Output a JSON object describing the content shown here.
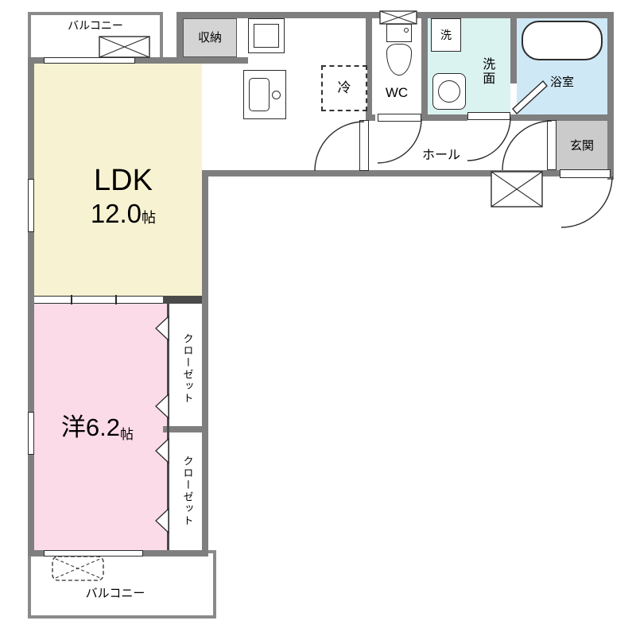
{
  "rooms": {
    "balcony_top": {
      "label": "バルコニー"
    },
    "balcony_bottom": {
      "label": "バルコニー"
    },
    "storage": {
      "label": "収納"
    },
    "ldk": {
      "name": "LDK",
      "size": "12.0",
      "unit": "帖"
    },
    "fridge": {
      "label": "冷"
    },
    "wc": {
      "label": "WC"
    },
    "laundry": {
      "label": "洗"
    },
    "washroom": {
      "label": "洗面"
    },
    "bathroom": {
      "label": "浴室"
    },
    "hall": {
      "label": "ホール"
    },
    "entrance": {
      "label": "玄関"
    },
    "western_room": {
      "name": "洋",
      "size": "6.2",
      "unit": "帖"
    },
    "closet_upper": {
      "label": "クローゼット"
    },
    "closet_lower": {
      "label": "クローゼット"
    }
  },
  "colors": {
    "wall": "#7f7f7f",
    "stub": "#4a4a4a",
    "balcony_rail": "#8a8a8a",
    "ldk": "#f7f3d2",
    "western_room": "#fbdbe8",
    "washroom": "#daf2f0",
    "bathroom": "#cfe8f6",
    "storage": "#d4d4d4",
    "entrance": "#cbcbcb"
  }
}
